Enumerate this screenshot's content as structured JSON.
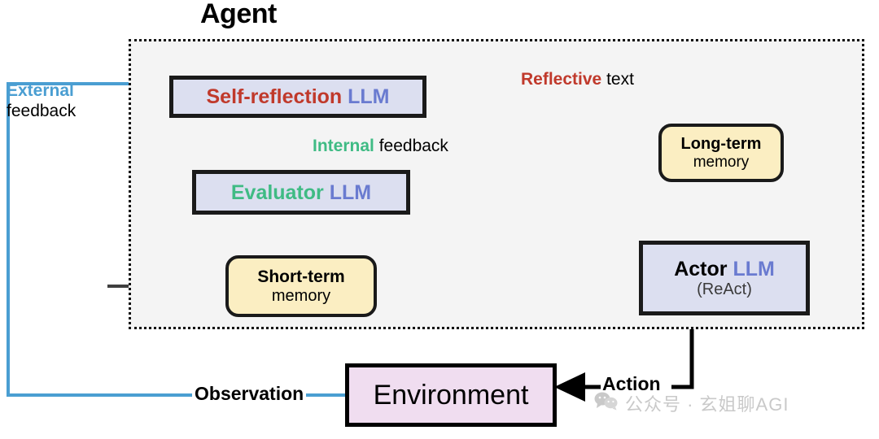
{
  "diagram": {
    "title": "Agent",
    "container_label": "Agent"
  },
  "nodes": {
    "self_reflection": {
      "word1": "Self-reflection",
      "word2": "LLM"
    },
    "evaluator": {
      "word1": "Evaluator",
      "word2": "LLM"
    },
    "short_term_memory": {
      "line1": "Short-term",
      "line2": "memory"
    },
    "long_term_memory": {
      "line1": "Long-term",
      "line2": "memory"
    },
    "actor": {
      "word1": "Actor",
      "word2": "LLM",
      "line2": "(ReAct)"
    },
    "environment": {
      "label": "Environment"
    }
  },
  "edges": {
    "external_feedback": {
      "word1": "External",
      "word2": "feedback"
    },
    "internal_feedback": {
      "word1": "Internal",
      "word2": "feedback"
    },
    "reflective_text": {
      "word1": "Reflective",
      "word2": "text"
    },
    "observation": {
      "label": "Observation"
    },
    "action": {
      "label": "Action"
    }
  },
  "watermark": {
    "icon": "wechat-icon",
    "text": "公众号 · 玄姐聊AGI"
  },
  "colors": {
    "red": "#c0392b",
    "blue_llm": "#6a7bd0",
    "green": "#3fbb84",
    "light_blue": "#4a9ed2",
    "dark_gray": "#3f3f3f",
    "node_blue_fill": "#dcdff0",
    "node_yellow_fill": "#fbeec2",
    "node_purple_fill": "#f0ddf0",
    "agent_fill": "#f4f4f4"
  }
}
